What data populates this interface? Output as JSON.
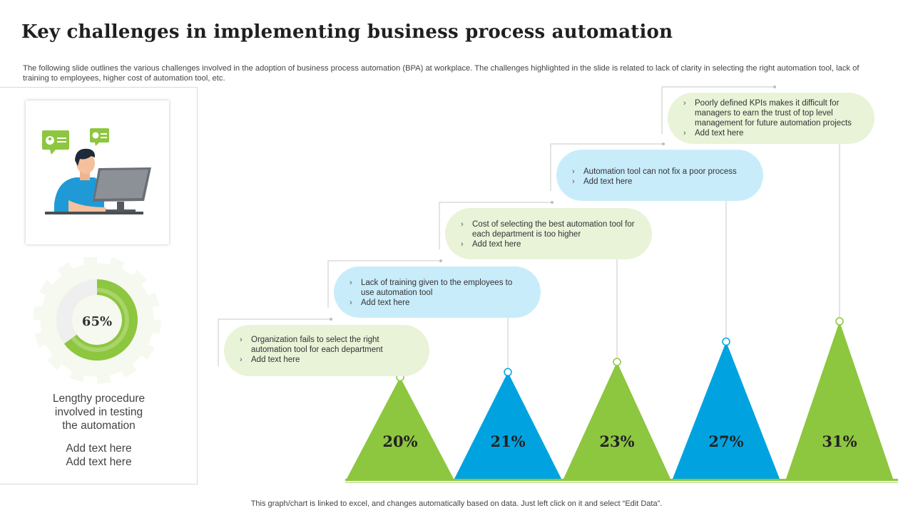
{
  "header": {
    "title": "Key challenges in implementing business process automation",
    "subtitle": "The following slide outlines the various challenges involved in the adoption of business process automation (BPA) at workplace. The challenges highlighted in the slide is related to lack of clarity in selecting the right automation tool, lack of training to employees, higher cost of automation tool, etc."
  },
  "left_panel": {
    "illustration_icon": "person-at-computer-icon",
    "donut": {
      "value": 65,
      "label": "65%",
      "fill_color": "#8dc63f",
      "track_color": "#efefef"
    },
    "caption_lines": [
      "Lengthy procedure",
      "involved in testing",
      "the automation"
    ],
    "add_text_lines": [
      "Add text here",
      "Add text here"
    ]
  },
  "chart_data": {
    "type": "bar",
    "categories": [
      "Organization fails to select the right automation tool for each department",
      "Lack of training given to the employees to use automation tool",
      "Cost of selecting the best automation tool for each department is too higher",
      "Automation tool can not fix  a poor process",
      "Poorly defined KPIs makes it difficult for managers to earn the trust of top level management for future automation projects"
    ],
    "values": [
      20,
      21,
      23,
      27,
      31
    ],
    "labels": [
      "20%",
      "21%",
      "23%",
      "27%",
      "31%"
    ],
    "colors": [
      "#8dc63f",
      "#00a3e0",
      "#8dc63f",
      "#00a3e0",
      "#8dc63f"
    ],
    "ylim": [
      0,
      31
    ]
  },
  "callouts": [
    {
      "theme": "green",
      "lines": [
        "Organization fails to select the right automation tool for each department",
        "Add text here"
      ]
    },
    {
      "theme": "blue",
      "lines": [
        "Lack of training given to the employees to use automation tool",
        "Add text here"
      ]
    },
    {
      "theme": "green",
      "lines": [
        "Cost of selecting the best automation tool for each department is too higher",
        "Add text here"
      ]
    },
    {
      "theme": "blue",
      "lines": [
        "Automation tool can not fix  a poor process",
        "Add text here"
      ]
    },
    {
      "theme": "green",
      "lines": [
        "Poorly defined KPIs makes it difficult for managers to earn the trust of top level management for future automation projects",
        "Add text here"
      ]
    }
  ],
  "colors": {
    "green": "#8dc63f",
    "blue": "#00a3e0",
    "green_light": "#e9f3d8",
    "blue_light": "#c9ecfb",
    "line": "#c8c8c8"
  },
  "footer": {
    "note": "This graph/chart is linked to excel,  and changes automatically based on data. Just left click on it and select “Edit Data”."
  }
}
